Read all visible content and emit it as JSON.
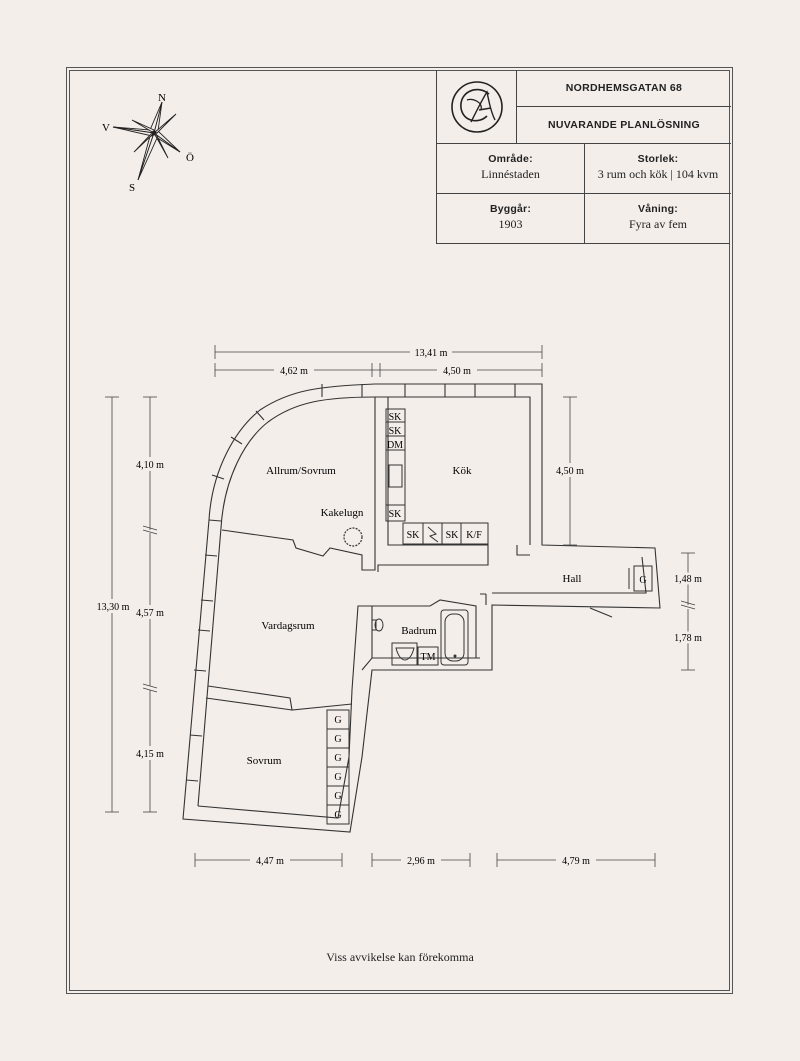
{
  "title_block": {
    "address": "NORDHEMSGATAN 68",
    "plan_title": "NUVARANDE PLANLÖSNING",
    "area_label": "Område:",
    "area_value": "Linnéstaden",
    "size_label": "Storlek:",
    "size_value": "3 rum och kök | 104 kvm",
    "built_label": "Byggår:",
    "built_value": "1903",
    "floor_label": "Våning:",
    "floor_value": "Fyra av fem"
  },
  "compass": {
    "n": "N",
    "s": "S",
    "e": "Ö",
    "w": "V"
  },
  "rooms": {
    "allrum": "Allrum/Sovrum",
    "kok": "Kök",
    "kakelugn": "Kakelugn",
    "hall": "Hall",
    "vardagsrum": "Vardagsrum",
    "badrum": "Badrum",
    "sovrum": "Sovrum"
  },
  "fixtures": {
    "sk": "SK",
    "dm": "DM",
    "kf": "K/F",
    "tm": "TM",
    "g": "G"
  },
  "dimensions": {
    "total_width": "13,41 m",
    "top_left": "4,62 m",
    "top_mid": "4,50 m",
    "kitchen_right": "4,50 m",
    "left_upper": "4,10 m",
    "left_total": "13,30 m",
    "left_mid": "4,57 m",
    "left_lower": "4,15 m",
    "hall_right": "1,48 m",
    "right_lower": "1,78 m",
    "bottom_left": "4,47 m",
    "bottom_mid": "2,96 m",
    "bottom_right": "4,79 m"
  },
  "footer": "Viss avvikelse kan förekomma"
}
